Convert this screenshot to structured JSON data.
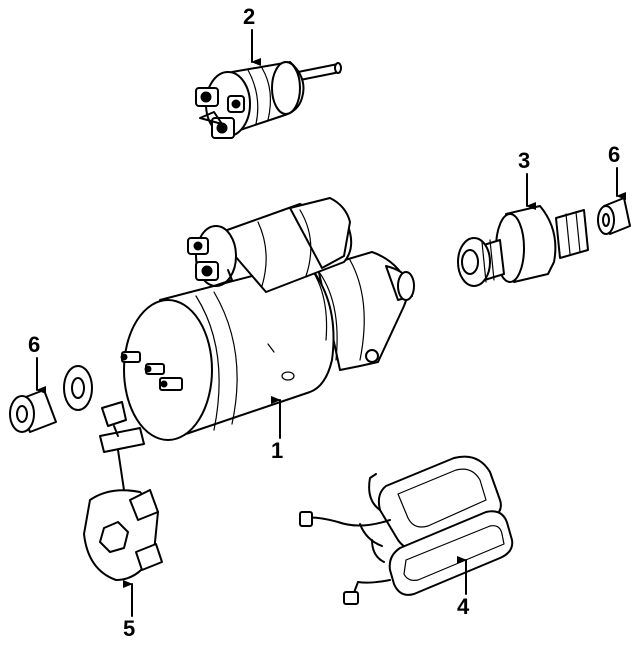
{
  "callouts": {
    "c1": "1",
    "c2": "2",
    "c3": "3",
    "c4": "4",
    "c5": "5",
    "c6a": "6",
    "c6b": "6"
  }
}
